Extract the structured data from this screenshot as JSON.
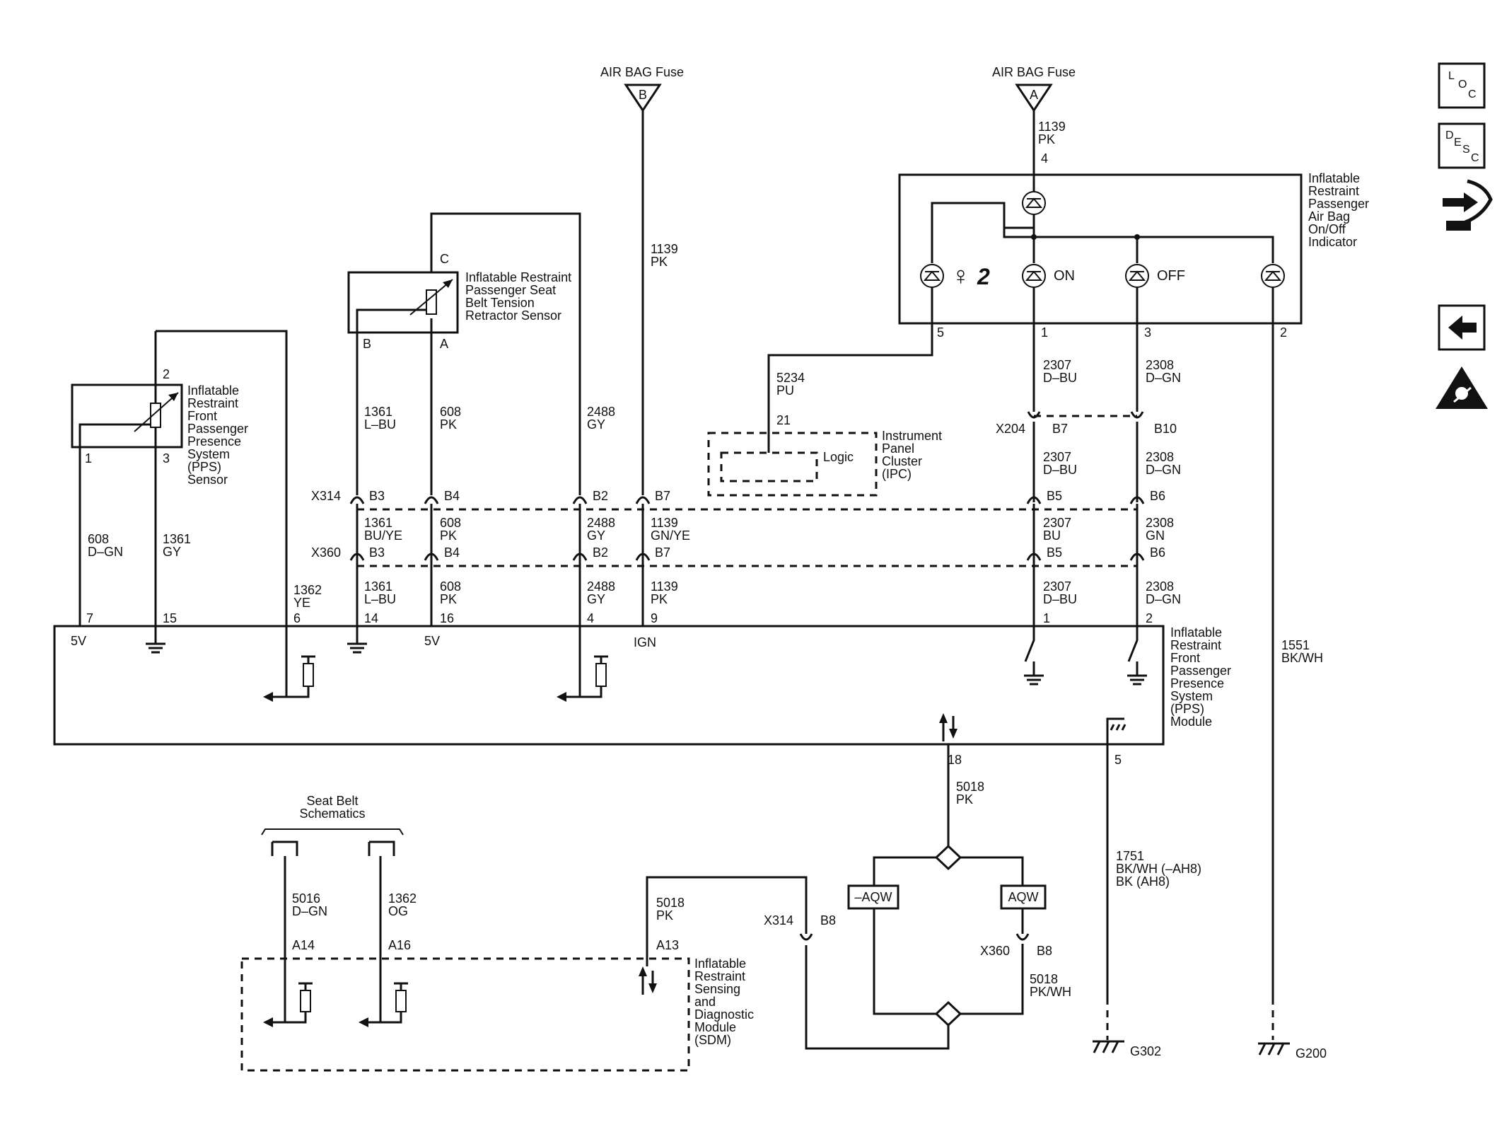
{
  "fuses": {
    "left": {
      "name": "AIR BAG Fuse",
      "letter": "B"
    },
    "right": {
      "name": "AIR BAG Fuse",
      "letter": "A"
    }
  },
  "components": {
    "pps_sensor": [
      "Inflatable",
      "Restraint",
      "Front",
      "Passenger",
      "Presence",
      "System",
      "(PPS)",
      "Sensor"
    ],
    "seat_belt_sensor": [
      "Inflatable Restraint",
      "Passenger Seat",
      "Belt Tension",
      "Retractor Sensor"
    ],
    "airbag_indicator": [
      "Inflatable",
      "Restraint",
      "Passenger",
      "Air Bag",
      "On/Off",
      "Indicator"
    ],
    "ipc": [
      "Instrument",
      "Panel",
      "Cluster",
      "(IPC)"
    ],
    "ipc_logic": "Logic",
    "pps_module": [
      "Inflatable",
      "Restraint",
      "Front",
      "Passenger",
      "Presence",
      "System",
      "(PPS)",
      "Module"
    ],
    "sdm": [
      "Inflatable",
      "Restraint",
      "Sensing",
      "and",
      "Diagnostic",
      "Module",
      "(SDM)"
    ],
    "seat_belt_schematics": [
      "Seat Belt",
      "Schematics"
    ]
  },
  "indicator_labels": {
    "on": "ON",
    "off": "OFF"
  },
  "option_boxes": {
    "left": "–AQW",
    "right": "AQW"
  },
  "connectors": {
    "x314": "X314",
    "x360": "X360",
    "x204": "X204"
  },
  "cavities": {
    "b3": "B3",
    "b4": "B4",
    "b2": "B2",
    "b7": "B7",
    "b5": "B5",
    "b6": "B6",
    "b10": "B10",
    "b8": "B8",
    "a14": "A14",
    "a16": "A16",
    "a13": "A13",
    "a": "A",
    "b": "B",
    "c": "C"
  },
  "pins": {
    "p1": "1",
    "p2": "2",
    "p3": "3",
    "p4": "4",
    "p5": "5",
    "p6": "6",
    "p7": "7",
    "p9": "9",
    "p14": "14",
    "p15": "15",
    "p16": "16",
    "p18": "18",
    "p21": "21"
  },
  "module_labels": {
    "v5": "5V",
    "ign": "IGN"
  },
  "wires": {
    "w608dgn": [
      "608",
      "D–GN"
    ],
    "w1361gy": [
      "1361",
      "GY"
    ],
    "w1362ye": [
      "1362",
      "YE"
    ],
    "w1361lbu": [
      "1361",
      "L–BU"
    ],
    "w1361buye": [
      "1361",
      "BU/YE"
    ],
    "w608pk": [
      "608",
      "PK"
    ],
    "w2488gy": [
      "2488",
      "GY"
    ],
    "w1139pk": [
      "1139",
      "PK"
    ],
    "w1139gnye": [
      "1139",
      "GN/YE"
    ],
    "w5234pu": [
      "5234",
      "PU"
    ],
    "w2307dbu": [
      "2307",
      "D–BU"
    ],
    "w2307bu": [
      "2307",
      "BU"
    ],
    "w2308dgn": [
      "2308",
      "D–GN"
    ],
    "w2308gn": [
      "2308",
      "GN"
    ],
    "w1551": [
      "1551",
      "BK/WH"
    ],
    "w5018pk": [
      "5018",
      "PK"
    ],
    "w5018pkwh": [
      "5018",
      "PK/WH"
    ],
    "w1751": [
      "1751",
      "BK/WH (–AH8)",
      "BK (AH8)"
    ],
    "w5016": [
      "5016",
      "D–GN"
    ],
    "w1362og": [
      "1362",
      "OG"
    ]
  },
  "grounds": {
    "g302": "G302",
    "g200": "G200"
  },
  "side_icons": {
    "loc": [
      "L",
      "O",
      "C"
    ],
    "desc": [
      "D",
      "E",
      "S",
      "C"
    ]
  }
}
